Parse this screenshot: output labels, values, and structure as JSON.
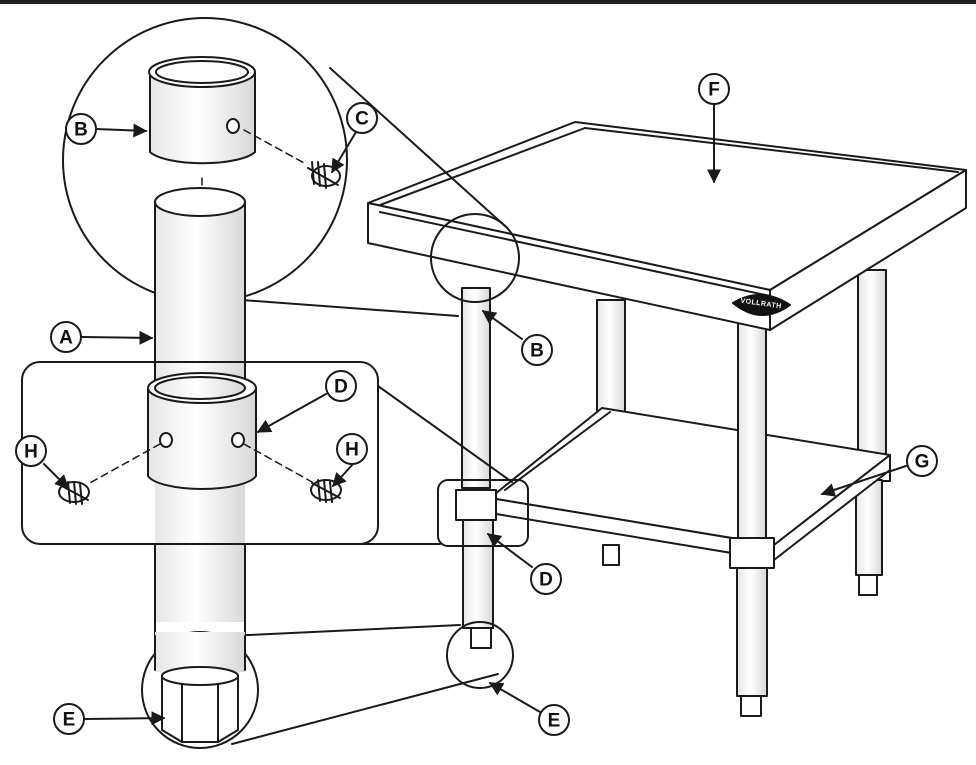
{
  "brand": {
    "logo_text": "VOLLRATH"
  },
  "callouts": {
    "A": "A",
    "B": "B",
    "C": "C",
    "D": "D",
    "E": "E",
    "F": "F",
    "G": "G",
    "H": "H"
  },
  "colors": {
    "line": "#1a1a1a",
    "fill": "#ffffff",
    "tube_shade": "#ececec",
    "top_border": "#222222"
  }
}
